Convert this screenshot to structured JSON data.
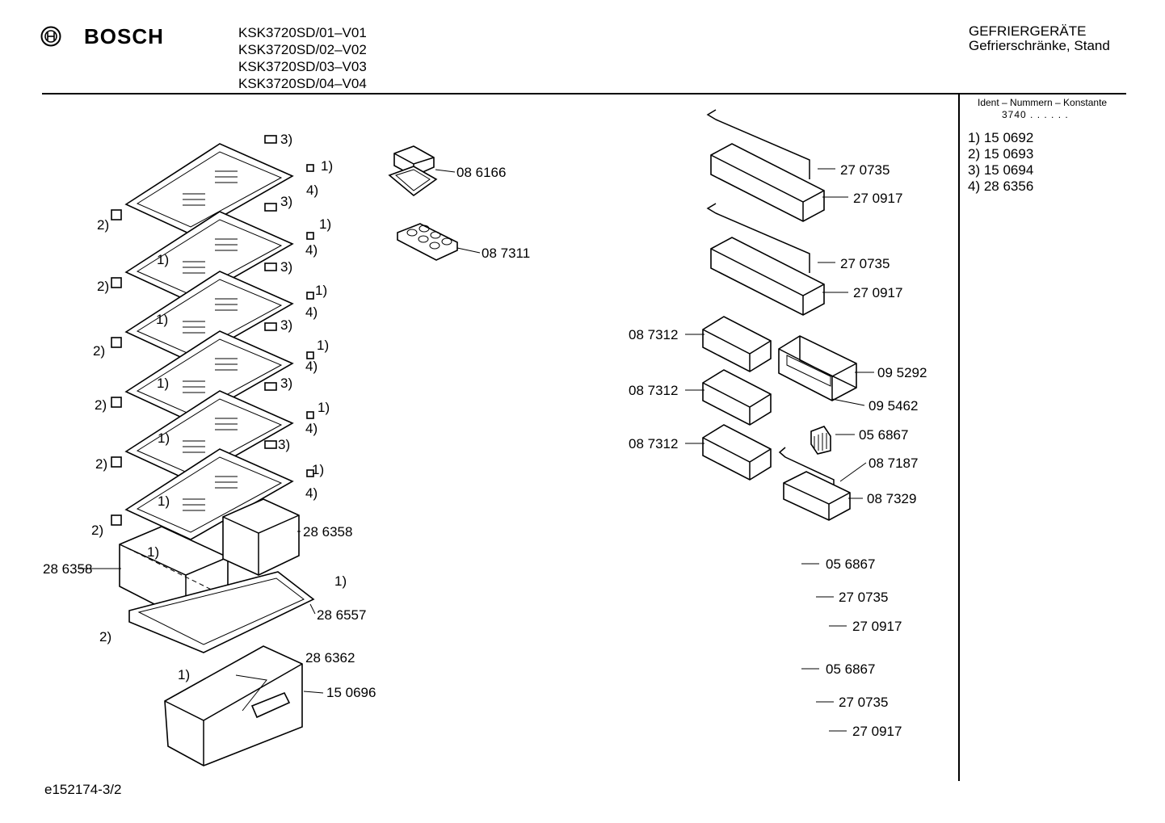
{
  "header": {
    "brand": "BOSCH",
    "models": [
      "KSK3720SD/01–V01",
      "KSK3720SD/02–V02",
      "KSK3720SD/03–V03",
      "KSK3720SD/04–V04"
    ],
    "category_line1": "GEFRIERGERÄTE",
    "category_line2": "Gefrierschränke, Stand"
  },
  "ident": {
    "heading": "Ident – Nummern – Konstante",
    "value": "3740 . . . . . .",
    "notes": [
      "1) 15 0692",
      "2) 15 0693",
      "3) 15 0694",
      "4) 28 6356"
    ]
  },
  "labels": {
    "l086166": "08 6166",
    "l087311": "08 7311",
    "l270735": "27 0735",
    "l270917": "27 0917",
    "l087312": "08 7312",
    "l095292": "09 5292",
    "l095462": "09 5462",
    "l056867": "05 6867",
    "l087187": "08 7187",
    "l087329": "08 7329",
    "l286358": "28 6358",
    "l286557": "28 6557",
    "l286362": "28 6362",
    "l150696": "15 0696",
    "n1": "1)",
    "n2": "2)",
    "n3": "3)",
    "n4": "4)"
  },
  "footer": {
    "doc_id": "e152174-3/2"
  }
}
